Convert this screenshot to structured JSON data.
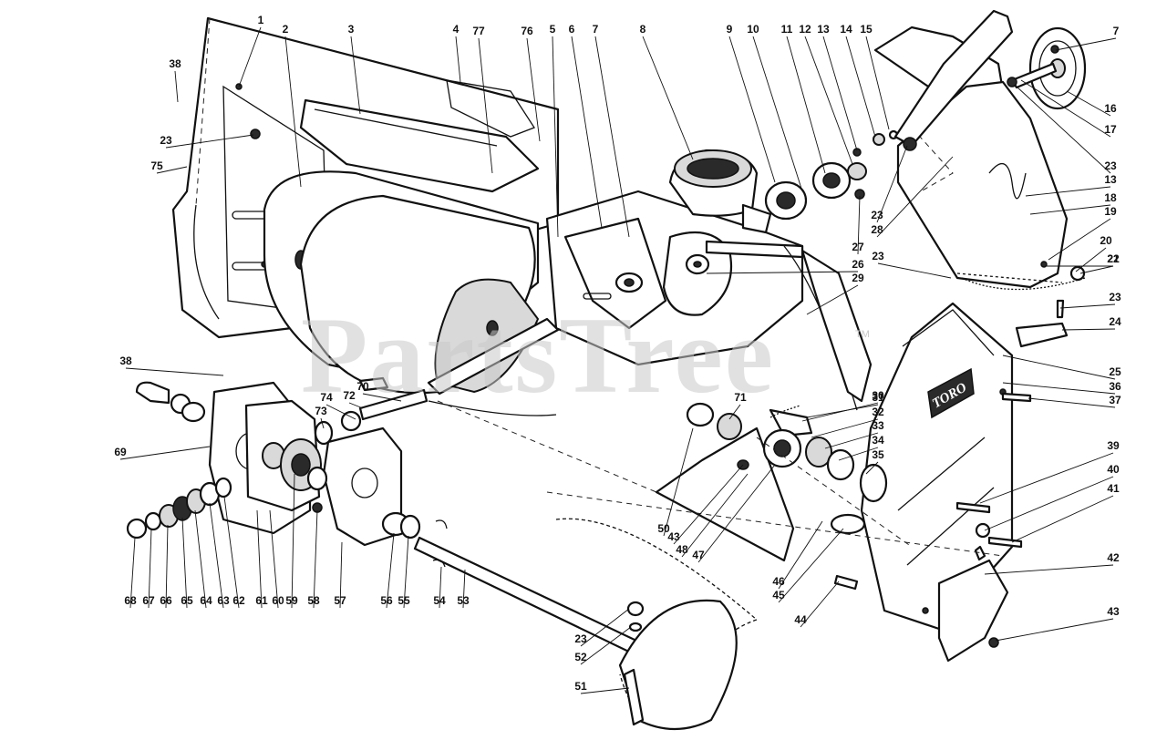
{
  "diagram": {
    "watermark": "PartsTree",
    "trademark": "TM",
    "brand_plate": "TORO",
    "callouts": [
      "1",
      "2",
      "3",
      "4",
      "77",
      "76",
      "5",
      "6",
      "7",
      "8",
      "9",
      "10",
      "11",
      "12",
      "13",
      "14",
      "15",
      "7",
      "16",
      "17",
      "38",
      "23",
      "75",
      "23",
      "13",
      "18",
      "19",
      "20",
      "21",
      "22",
      "23",
      "28",
      "27",
      "23",
      "26",
      "29",
      "23",
      "24",
      "25",
      "36",
      "37",
      "38",
      "70",
      "74",
      "72",
      "73",
      "71",
      "30",
      "31",
      "32",
      "33",
      "34",
      "35",
      "69",
      "39",
      "40",
      "41",
      "50",
      "43",
      "48",
      "47",
      "46",
      "45",
      "44",
      "42",
      "43",
      "68",
      "67",
      "66",
      "65",
      "64",
      "63",
      "62",
      "61",
      "60",
      "59",
      "58",
      "57",
      "56",
      "55",
      "54",
      "53",
      "23",
      "52",
      "51"
    ]
  }
}
